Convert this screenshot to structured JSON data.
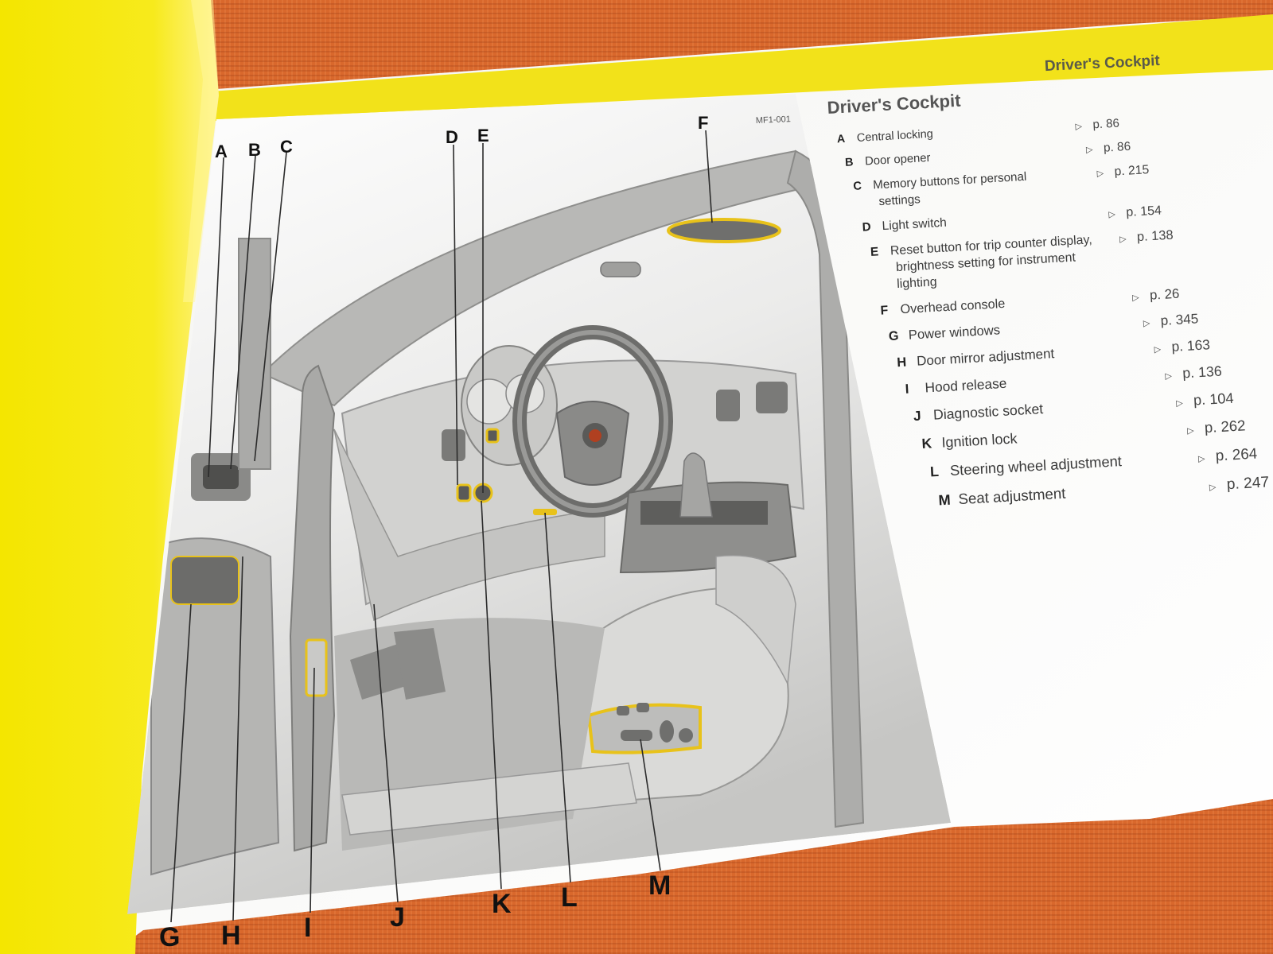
{
  "header": {
    "band_title": "Driver's Cockpit"
  },
  "figure": {
    "code": "MF1-001",
    "callouts": [
      {
        "letter": "A"
      },
      {
        "letter": "B"
      },
      {
        "letter": "C"
      },
      {
        "letter": "D"
      },
      {
        "letter": "E"
      },
      {
        "letter": "F"
      },
      {
        "letter": "G"
      },
      {
        "letter": "H"
      },
      {
        "letter": "I"
      },
      {
        "letter": "J"
      },
      {
        "letter": "K"
      },
      {
        "letter": "L"
      },
      {
        "letter": "M"
      }
    ]
  },
  "legend": {
    "title": "Driver's Cockpit",
    "items": [
      {
        "letter": "A",
        "lines": [
          "Central locking"
        ],
        "page": "p. 86"
      },
      {
        "letter": "B",
        "lines": [
          "Door opener"
        ],
        "page": "p. 86"
      },
      {
        "letter": "C",
        "lines": [
          "Memory buttons for personal",
          "settings"
        ],
        "page": "p. 215"
      },
      {
        "letter": "D",
        "lines": [
          "Light switch"
        ],
        "page": "p. 154"
      },
      {
        "letter": "E",
        "lines": [
          "Reset button for trip counter display,",
          "brightness setting for instrument",
          "lighting"
        ],
        "page": "p. 138"
      },
      {
        "letter": "F",
        "lines": [
          "Overhead console"
        ],
        "page": "p. 26"
      },
      {
        "letter": "G",
        "lines": [
          "Power windows"
        ],
        "page": "p. 345"
      },
      {
        "letter": "H",
        "lines": [
          "Door mirror adjustment"
        ],
        "page": "p. 163"
      },
      {
        "letter": "I",
        "lines": [
          "Hood release"
        ],
        "page": "p. 136"
      },
      {
        "letter": "J",
        "lines": [
          "Diagnostic socket"
        ],
        "page": "p. 104"
      },
      {
        "letter": "K",
        "lines": [
          "Ignition lock"
        ],
        "page": "p. 262"
      },
      {
        "letter": "L",
        "lines": [
          "Steering wheel adjustment"
        ],
        "page": "p. 264"
      },
      {
        "letter": "M",
        "lines": [
          "Seat adjustment"
        ],
        "page": "p. 247"
      }
    ]
  },
  "colors": {
    "accent": "#f2e11b",
    "highlight": "#e8c21a",
    "cloth": "#d9682c"
  }
}
